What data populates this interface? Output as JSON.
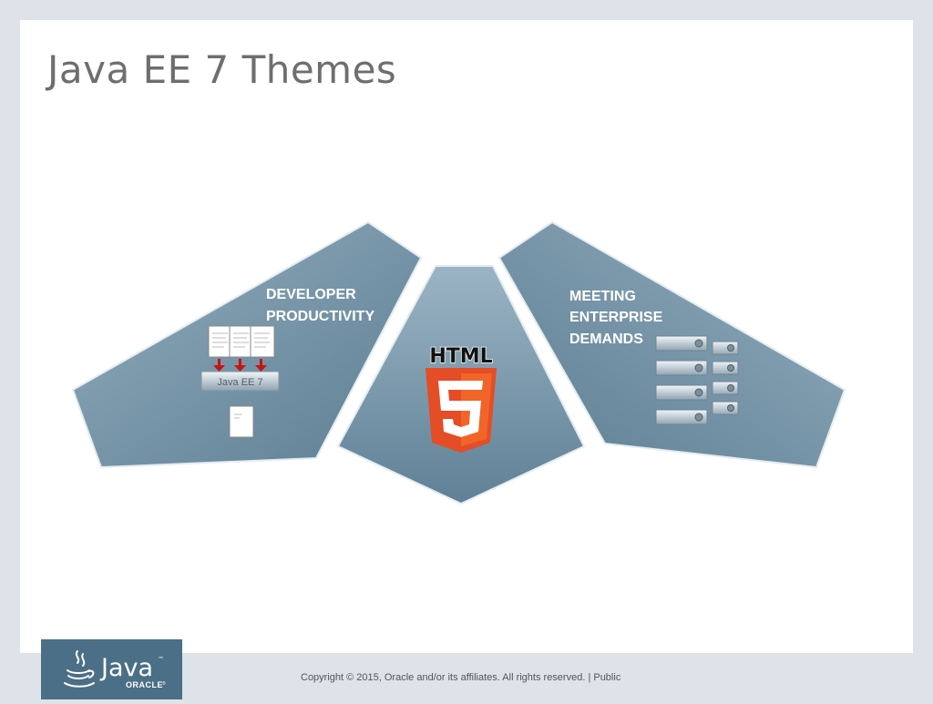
{
  "slide": {
    "title": "Java EE 7 Themes",
    "footer": "Copyright © 2015, Oracle and/or its affiliates. All rights reserved.  |  Public"
  },
  "themes": {
    "developer_productivity": {
      "line1": "DEVELOPER",
      "line2": "PRODUCTIVITY",
      "box_label": "Java EE 7"
    },
    "html5": {
      "label": "HTML",
      "badge_number": "5"
    },
    "enterprise": {
      "line1": "MEETING",
      "line2": "ENTERPRISE",
      "line3": "DEMANDS"
    }
  },
  "logo": {
    "java": "Java",
    "tm": "™",
    "oracle": "ORACLE",
    "reg": "®"
  },
  "colors": {
    "panel": "#6f8fa3",
    "panel_light": "#8aa5b7",
    "theme_text": "#ffffff",
    "html5_orange": "#e44d26",
    "html5_orange_light": "#f16529",
    "arrow_red": "#cc1111",
    "footer_blue": "#4a6f86"
  }
}
